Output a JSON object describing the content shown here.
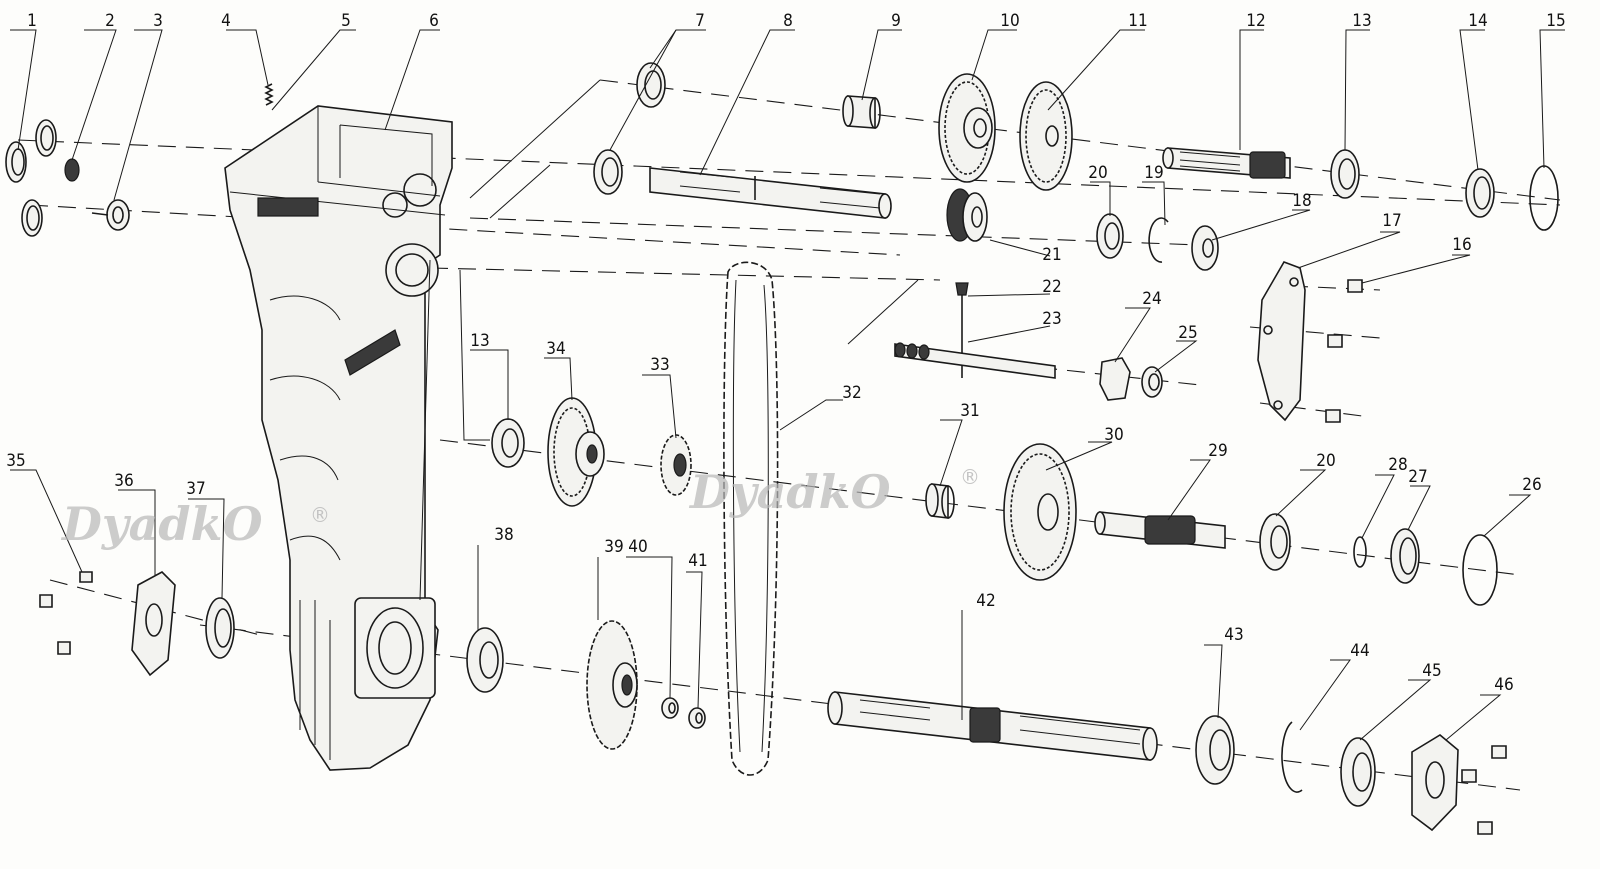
{
  "callouts": [
    "1",
    "2",
    "3",
    "4",
    "5",
    "6",
    "7",
    "8",
    "9",
    "10",
    "11",
    "12",
    "13",
    "14",
    "15",
    "16",
    "17",
    "18",
    "19",
    "20",
    "21",
    "22",
    "23",
    "24",
    "25",
    "13",
    "34",
    "33",
    "32",
    "31",
    "30",
    "29",
    "20",
    "28",
    "27",
    "26",
    "35",
    "36",
    "37",
    "38",
    "39",
    "40",
    "41",
    "42",
    "43",
    "44",
    "45",
    "46"
  ],
  "watermark": {
    "text": "DyadkO",
    "reg": "®"
  }
}
